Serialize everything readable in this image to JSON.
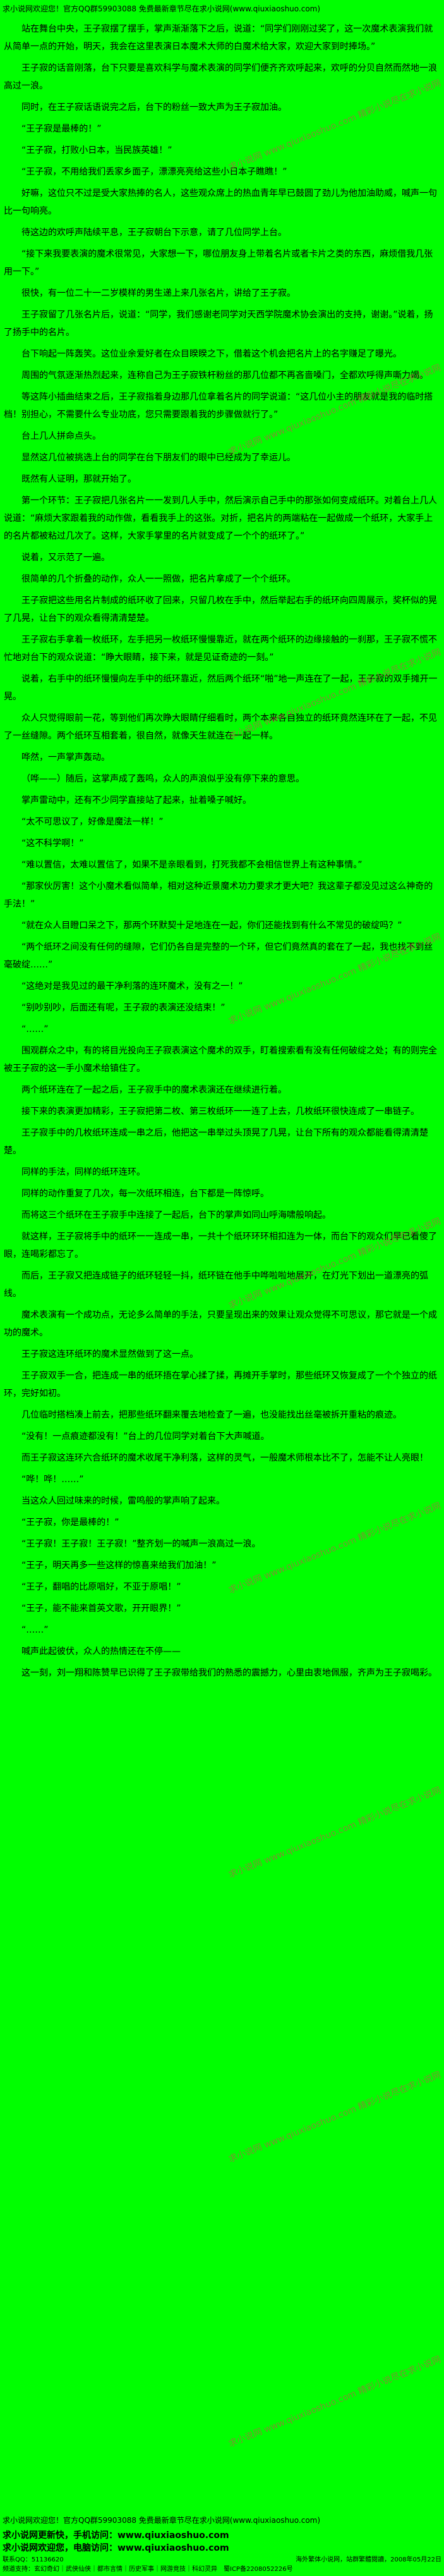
{
  "page": {
    "bg_color": "#00ff00",
    "text_color": "#000000"
  },
  "header": {
    "text": "求小说网欢迎您！官方QQ群59903088 免费最新章节尽在求小说网(www.qiuxiaoshuo.com)"
  },
  "watermark": {
    "text": "求小说网 www.qiuxiaoshuo.com 精彩小说尽在求小说网",
    "color": "#e03c5a"
  },
  "paragraphs": [
    "站在舞台中央，王子寂摆了摆手，掌声渐渐落下之后，说道：“同学们刚刚过奖了，这一次魔术表演我们就从简单一点的开始，明天，我会在这里表演日本魔术大师的白魔术给大家，欢迎大家到时捧场。”",
    "王子寂的话音刚落，台下只要是喜欢科学与魔术表演的同学们便齐齐欢呼起来，欢呼的分贝自然而然地一浪高过一浪。",
    "同时，在王子寂话语说完之后，台下的粉丝一致大声为王子寂加油。",
    "“王子寂是最棒的！”",
    "“王子寂，打败小日本，当民族英雄！”",
    "“王子寂，不用给我们丢家乡面子，漂漂亮亮给这些小日本子瞧瞧！”",
    "好嘛，这位只不过是受大家热捧的名人，这些观众席上的热血青年早已鼓圆了劲儿为他加油助威，喊声一句比一句响亮。",
    "待这边的欢呼声陆续平息，王子寂朝台下示意，请了几位同学上台。",
    "“接下来我要表演的魔术很常见，大家想一下，哪位朋友身上带着名片或者卡片之类的东西，麻烦借我几张用一下。”",
    "很快，有一位二十一二岁模样的男生递上来几张名片，讲给了王子寂。",
    "王子寂留了几张名片后，说道：“同学，我们感谢老同学对天西学院魔术协会演出的支持，谢谢。”说着，扬了扬手中的名片。",
    "台下响起一阵轰笑。这位业余爱好者在众目睽睽之下，借着这个机会把名片上的名字赚足了曝光。",
    "周围的气氛逐渐热烈起来，连称自己为王子寂铁杆粉丝的那几位都不再吝啬嗓门，全都欢呼得声嘶力竭。",
    "等这阵小插曲结束之后，王子寂指着身边那几位拿着名片的同学说道：“这几位小主的朋友就是我的临时搭档！别担心，不需要什么专业功底，您只需要跟着我的步骤做就行了。”",
    "台上几人拼命点头。",
    "显然这几位被挑选上台的同学在台下朋友们的眼中已经成为了幸运儿。",
    "既然有人证明，那就开始了。",
    "第一个环节：王子寂把几张名片一一发到几人手中，然后演示自己手中的那张如何变成纸环。对着台上几人说道：“麻烦大家跟着我的动作做，看看我手上的这张。对折，把名片的两端粘在一起做成一个纸环，大家手上的名片都被粘过几次了。这样，大家手掌里的名片就变成了一个个的纸环了。”",
    "说着，又示范了一遍。",
    "很简单的几个折叠的动作，众人一一照做，把名片拿成了一个个纸环。",
    "王子寂把这些用名片制成的纸环收了回来，只留几枚在手中，然后举起右手的纸环向四周展示，奖杯似的晃了几晃，让台下的观众看得清清楚楚。",
    "王子寂右手拿着一枚纸环，左手把另一枚纸环慢慢靠近，就在两个纸环的边缘接触的一刹那，王子寂不慌不忙地对台下的观众说道：“睁大眼睛，接下来，就是见证奇迹的一刻。”",
    "说着，右手中的纸环慢慢向左手中的纸环靠近，然后两个纸环“啪”地一声连在了一起，王子寂的双手摊开一晃。",
    "众人只觉得眼前一花，等到他们再次睁大眼睛仔细看时，两个本来各自独立的纸环竟然连环在了一起，不见了一丝缝隙。两个纸环互相套着，很自然，就像天生就连在一起一样。",
    "哗然，一声掌声轰动。",
    "（哗——）随后，这掌声成了轰鸣，众人的声浪似乎没有停下来的意思。",
    "掌声雷动中，还有不少同学直接站了起来，扯着嗓子喊好。",
    "“太不可思议了，好像是魔法一样！”",
    "“这不科学啊！”",
    "“难以置信，太难以置信了，如果不是亲眼看到，打死我都不会相信世界上有这种事情。”",
    "“那家伙厉害！这个小魔术看似简单，相对这种近景魔术功力要求才更大吧？我这辈子都没见过这么神奇的手法！”",
    "“就在众人目瞪口呆之下，那两个环默契十足地连在一起，你们还能找到有什么不常见的破绽吗？”",
    "“两个纸环之间没有任何的缝隙，它们仍各自是完整的一个环，但它们竟然真的套在了一起，我也找不到丝毫破绽……”",
    "“这绝对是我见过的最干净利落的连环魔术，没有之一！”",
    "“别吵别吵，后面还有呢，王子寂的表演还没结束！”",
    "“……”",
    "围观群众之中，有的将目光投向王子寂表演这个魔术的双手，盯着搜索看有没有任何破绽之处；有的则完全被王子寂的这一手小魔术给镇住了。",
    "两个纸环连在了一起之后，王子寂手中的魔术表演还在继续进行着。",
    "接下来的表演更加精彩，王子寂把第二枚、第三枚纸环一一连了上去，几枚纸环很快连成了一串链子。",
    "王子寂手中的几枚纸环连成一串之后，他把这一串举过头顶晃了几晃，让台下所有的观众都能看得清清楚楚。",
    "同样的手法，同样的纸环连环。",
    "同样的动作重复了几次，每一次纸环相连，台下都是一阵惊呼。",
    "而将这三个纸环在王子寂手中连接了一起后，台下的掌声如同山呼海啸般响起。",
    "就这样，王子寂将手中的纸环一一连成一串，一共十个纸环环环相扣连为一体，而台下的观众们早已看傻了眼，连喝彩都忘了。",
    "而后，王子寂又把连成链子的纸环轻轻一抖，纸环链在他手中哗啦啦地展开，在灯光下划出一道漂亮的弧线。",
    "魔术表演有一个成功点，无论多么简单的手法，只要呈现出来的效果让观众觉得不可思议，那它就是一个成功的魔术。",
    "王子寂这连环纸环的魔术显然做到了这一点。",
    "王子寂双手一合，把连成一串的纸环捂在掌心揉了揉，再摊开手掌时，那些纸环又恢复成了一个个独立的纸环，完好如初。",
    "几位临时搭档凑上前去，把那些纸环翻来覆去地检查了一遍，也没能找出丝毫被拆开重粘的痕迹。",
    "“没有！一点痕迹都没有！”台上的几位同学对着台下大声喊道。",
    "而王子寂这连环六合纸环的魔术收尾干净利落，这样的灵气，一般魔术师根本比不了，怎能不让人亮眼！",
    "“哗！哗！……”",
    "当这众人回过味来的时候，雷鸣般的掌声响了起来。",
    "“王子寂，你是最棒的！”",
    "“王子寂！王子寂！王子寂！”整齐划一的喊声一浪高过一浪。",
    "“王子，明天再多一些这样的惊喜来给我们加油！”",
    "“王子，翻唱的比原唱好，不亚于原唱！”",
    "“王子，能不能来首英文歌，开开眼界！”",
    "“……”",
    "喊声此起彼伏，众人的热情还在不停——",
    "这一刻，刘一翔和陈赞早已识得了王子寂带给我们的熟悉的震撼力，心里由衷地佩服，齐声为王子寂喝彩。"
  ],
  "footer": {
    "notice": "求小说网欢迎您！官方QQ群59903088 免费最新章节尽在求小说网(www.qiuxiaoshuo.com)",
    "mobile": "求小说网更新快，手机访问：www.qiuxiaoshuo.com",
    "pc": "求小说网欢迎您，电脑访问：www.qiuxiaoshuo.com",
    "contact": "联系QQ：51136620",
    "right_info": "海外繁体小说网，站群繁體閱讀，2008年05月22日",
    "bottom_line": "频道支持：玄幻奇幻｜武侠仙侠｜都市言情｜历史军事｜网游竞技｜科幻灵异　蜀ICP备2208052226号"
  }
}
